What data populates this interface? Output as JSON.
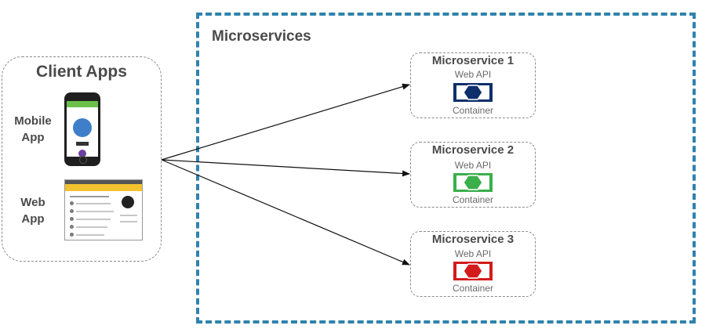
{
  "client": {
    "title": "Client Apps",
    "mobile_label_line1": "Mobile",
    "mobile_label_line2": "App",
    "web_label_line1": "Web",
    "web_label_line2": "App"
  },
  "microservices": {
    "title": "Microservices",
    "services": [
      {
        "name": "Microservice 1",
        "api_label": "Web API",
        "container_label": "Container",
        "color": "#0d2f6b"
      },
      {
        "name": "Microservice 2",
        "api_label": "Web API",
        "container_label": "Container",
        "color": "#3aaf4a"
      },
      {
        "name": "Microservice 3",
        "api_label": "Web API",
        "container_label": "Container",
        "color": "#d21c1c"
      }
    ]
  },
  "colors": {
    "outer_border": "#2f82ad",
    "client_border": "#8a8a8a",
    "arrow": "#111111"
  },
  "icons": {
    "mobile": "smartphone-icon",
    "web": "browser-window-icon",
    "container": "hexagon-container-icon"
  }
}
